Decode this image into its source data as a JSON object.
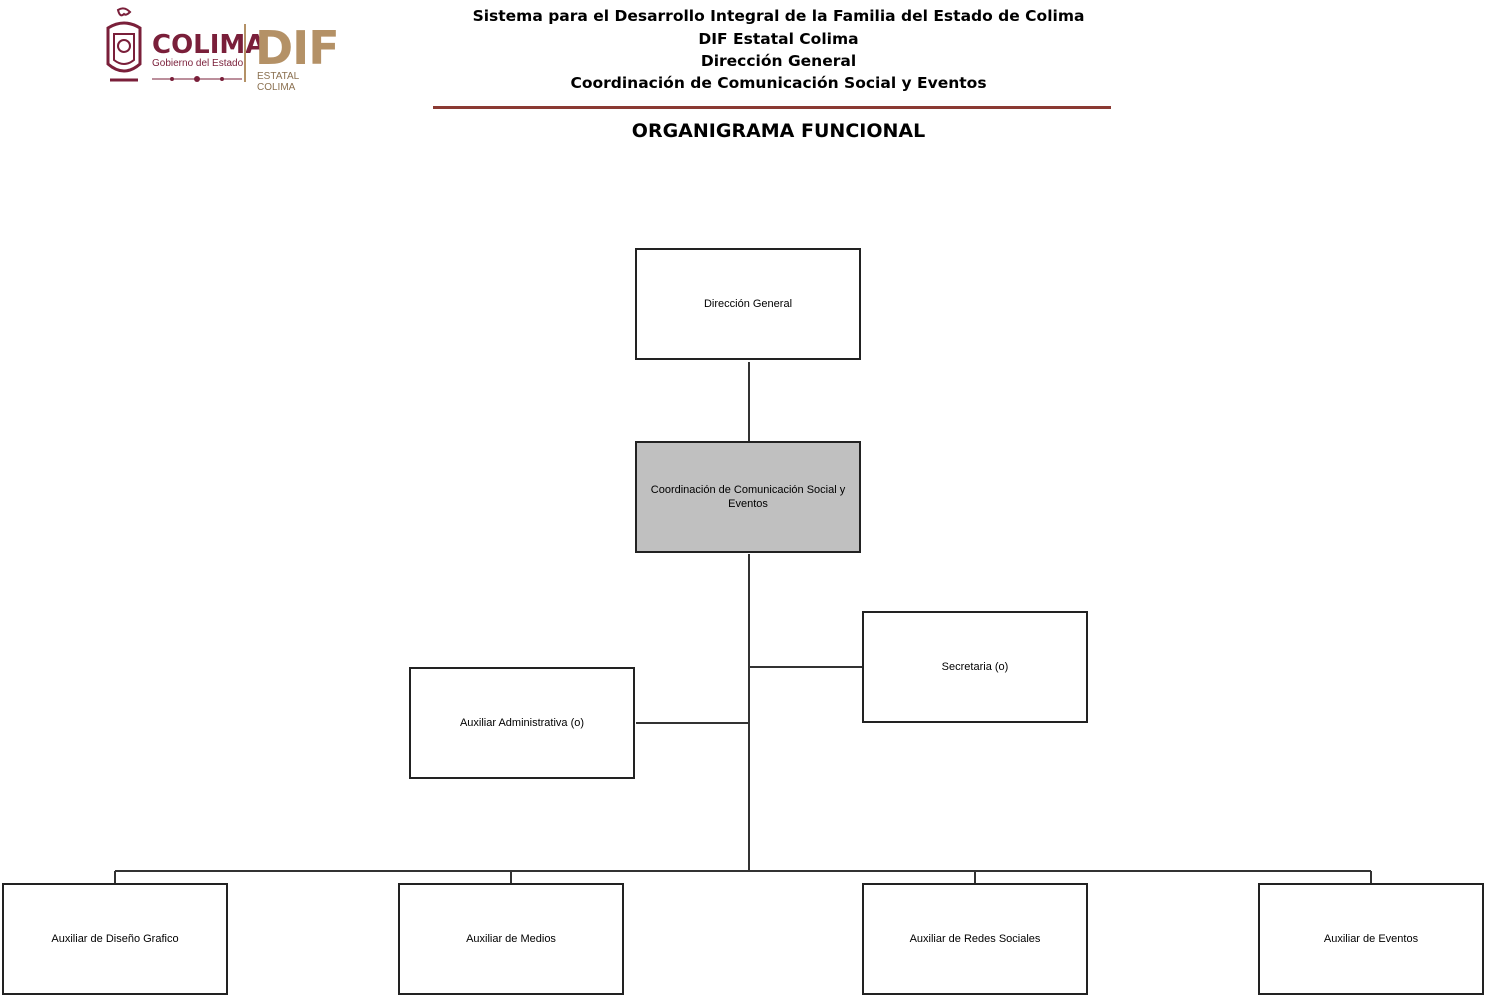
{
  "logo": {
    "colima_text": "COLIMA",
    "gobierno_text": "Gobierno del Estado",
    "dif_text": "DIF",
    "estatal_text": "ESTATAL COLIMA",
    "colors": {
      "colima": "#7a1f3a",
      "dif": "#b49166"
    }
  },
  "header": {
    "line1": "Sistema para el Desarrollo Integral de la Familia del Estado de Colima",
    "line2": "DIF Estatal Colima",
    "line3": "Dirección General",
    "line4": "Coordinación de Comunicación Social y Eventos",
    "rule_color": "#8b3a33"
  },
  "title": "ORGANIGRAMA FUNCIONAL",
  "org": {
    "direccion": "Dirección General",
    "coordinacion": "Coordinación de Comunicación Social y Eventos",
    "secretaria": "Secretaria (o)",
    "auxiliar_admin": "Auxiliar Administrativa (o)",
    "diseno": "Auxiliar de Diseño Grafico",
    "medios": "Auxiliar de Medios",
    "redes": "Auxiliar de Redes Sociales",
    "eventos": "Auxiliar de Eventos",
    "highlight_color": "#c0c0c0"
  }
}
